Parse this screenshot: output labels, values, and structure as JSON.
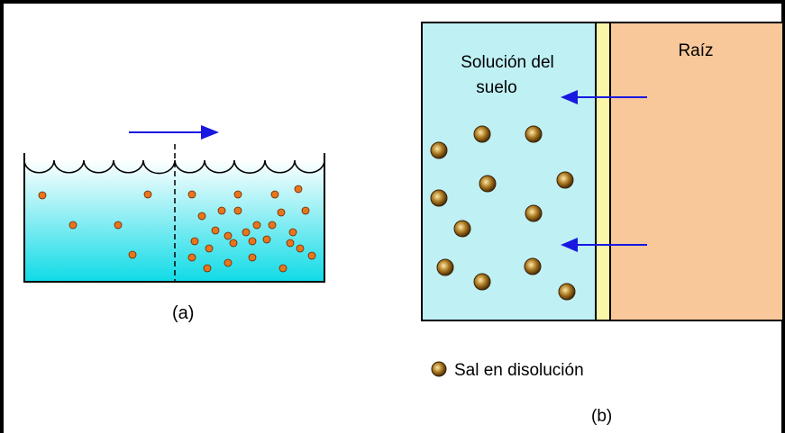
{
  "panel_a": {
    "label": "(a)"
  },
  "panel_b": {
    "label": "(b)",
    "soil_solution_label_line1": "Solución del",
    "soil_solution_label_line2": "suelo",
    "root_label": "Raíz"
  },
  "legend": {
    "salt_label": "Sal en disolución"
  },
  "colors": {
    "water_top": "#ffffff",
    "water_bottom": "#0fdbe6",
    "soil_solution": "#bff0f4",
    "membrane": "#fbf5a8",
    "root": "#f8c89a",
    "arrow": "#1818e0",
    "particle_small": "#e8751c",
    "particle_large": "#a8761e"
  },
  "icons": {
    "flow_arrow": "arrow-right-icon",
    "osmosis_arrow": "arrow-left-icon",
    "salt_particle": "circle-icon"
  }
}
